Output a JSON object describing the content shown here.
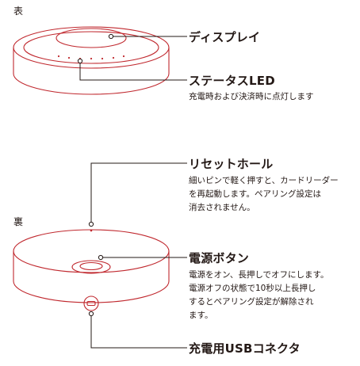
{
  "colors": {
    "device_stroke": "#c0282e",
    "leader_line": "#231815",
    "text": "#231815"
  },
  "front": {
    "side_label": "表",
    "display": {
      "title": "ディスプレイ"
    },
    "status_led": {
      "title": "ステータスLED",
      "description": "充電時および決済時に点灯します"
    }
  },
  "back": {
    "side_label": "裏",
    "reset_hole": {
      "title": "リセットホール",
      "description_lines": [
        "細いピンで軽く押すと、カードリーダー",
        "を再起動します。ペアリング設定は",
        "消去されません。"
      ]
    },
    "power_button": {
      "title": "電源ボタン",
      "description_lines": [
        "電源をオン、長押しでオフにします。",
        "電源オフの状態で10秒以上長押し",
        "するとペアリング設定が解除され",
        "ます。"
      ]
    },
    "usb_connector": {
      "title": "充電用USBコネクタ"
    }
  }
}
